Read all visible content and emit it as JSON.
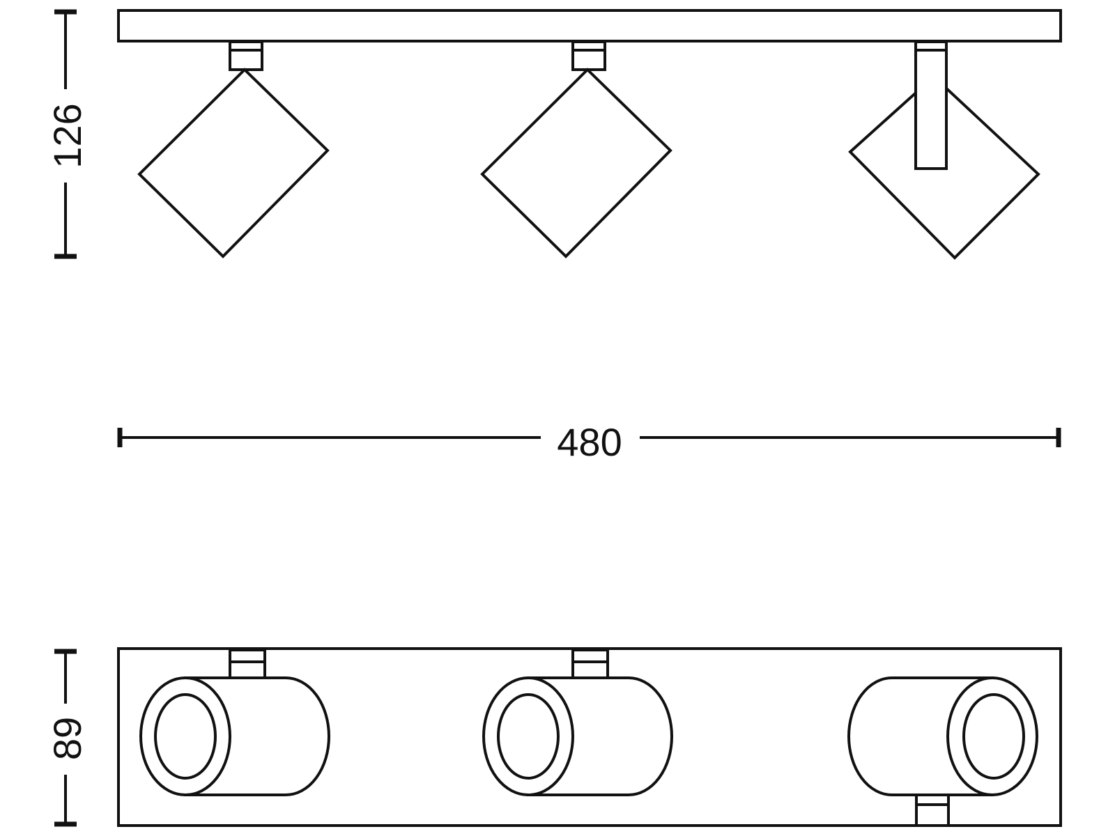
{
  "dimensions": {
    "height_side": "126",
    "width": "480",
    "depth_top": "89"
  },
  "colors": {
    "line": "#111111",
    "background": "#ffffff"
  }
}
